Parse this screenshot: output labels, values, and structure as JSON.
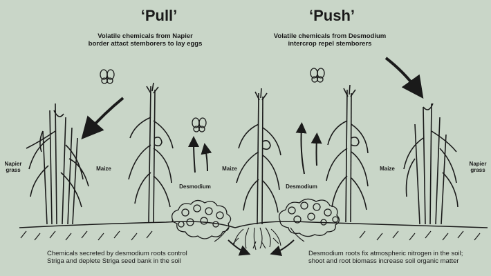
{
  "titles": {
    "pull": "‘Pull’",
    "push": "‘Push’"
  },
  "notes": {
    "pull": "Volatile chemicals from Napier border attact stemborers to lay eggs",
    "push": "Volatile chemicals from Desmodium intercrop repel stemborers",
    "roots_left": "Chemicals secreted by desmodium roots control Striga and deplete Striga seed bank in the soil",
    "roots_right": "Desmodium roots fix atmospheric nitrogen in the soil; shoot and root biomass increase soil organic matter"
  },
  "plant_labels": {
    "napier_left": "Napier grass",
    "maize_left": "Maize",
    "desmodium_left": "Desmodium",
    "maize_center": "Maize",
    "desmodium_right": "Desmodium",
    "maize_right": "Maize",
    "napier_right": "Napier grass"
  },
  "colors": {
    "background": "#c9d6c8",
    "ink": "#1a1a1a"
  }
}
